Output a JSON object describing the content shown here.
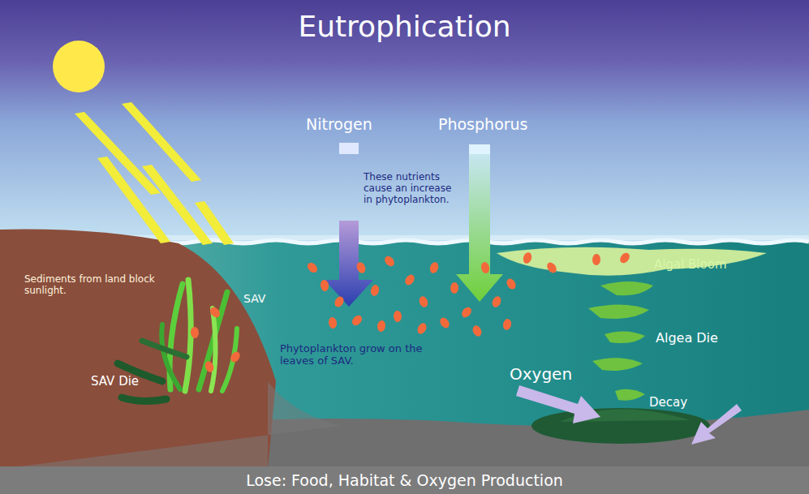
{
  "diagram": {
    "title": "Eutrophication",
    "caption": "Lose: Food, Habitat & Oxygen Production",
    "labels": [
      "Nitrogen",
      "Phosphorus",
      "These nutrients cause an increase in phytoplankton.",
      "Sediments from land block sunlight.",
      "SAV",
      "SAV Die",
      "Phytoplankton grow on the leaves of SAV.",
      "Algal Bloom",
      "Algea Die",
      "Oxygen",
      "Decay"
    ]
  }
}
